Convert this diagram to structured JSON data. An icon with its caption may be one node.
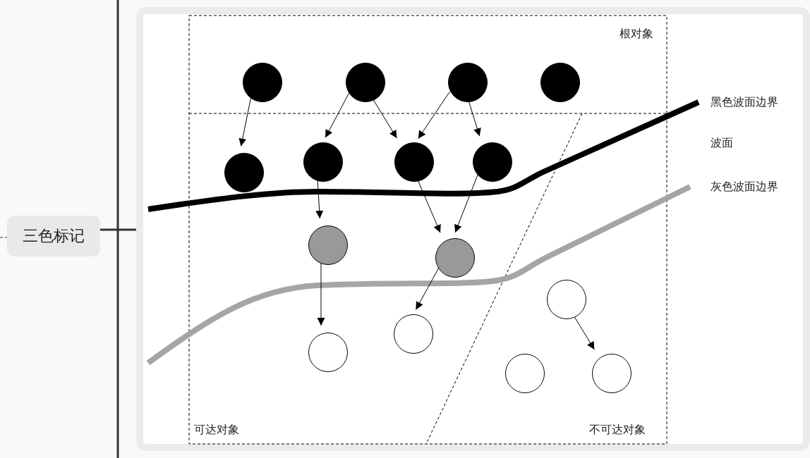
{
  "diagram": {
    "nodes": [
      {
        "text": [
          "三色标记"
        ]
      },
      {
        "text": [],
        "shape": "box"
      },
      {
        "text": [],
        "shape": "circle",
        "in": 1
      },
      {
        "text": [],
        "shape": "circle",
        "in": 1
      },
      {
        "text": [],
        "shape": "circle",
        "in": 1
      },
      {
        "text": [],
        "shape": "circle",
        "in": 1
      },
      {
        "text": [],
        "shape": "circle",
        "in": 1
      },
      {
        "text": [],
        "shape": "circle",
        "in": 1
      },
      {
        "text": [],
        "shape": "circle",
        "in": 1
      },
      {
        "text": [],
        "shape": "circle",
        "in": 1
      },
      {
        "text": [],
        "shape": "circle",
        "in": 1
      },
      {
        "text": [],
        "shape": "circle",
        "in": 1
      },
      {
        "text": [],
        "shape": "circle",
        "in": 1
      },
      {
        "text": [],
        "shape": "circle",
        "in": 1
      },
      {
        "text": [],
        "shape": "circle",
        "in": 1
      },
      {
        "text": [],
        "shape": "circle",
        "in": 1
      },
      {
        "text": [],
        "shape": "circle",
        "in": 1
      }
    ],
    "edges": [
      {
        "from": null,
        "to": 0,
        "arrow": "none",
        "style": "dashed"
      },
      {
        "from": 0,
        "to": 1,
        "arrow": "none",
        "style": "thick"
      },
      {
        "from": 2,
        "to": 6,
        "arrow": "to"
      },
      {
        "from": 3,
        "to": 7,
        "arrow": "to"
      },
      {
        "from": 3,
        "to": 8,
        "arrow": "to"
      },
      {
        "from": 4,
        "to": 8,
        "arrow": "to"
      },
      {
        "from": 4,
        "to": 9,
        "arrow": "to"
      },
      {
        "from": 7,
        "to": 10,
        "arrow": "to"
      },
      {
        "from": 8,
        "to": 11,
        "arrow": "to"
      },
      {
        "from": 9,
        "to": 11,
        "arrow": "to"
      },
      {
        "from": 10,
        "to": 14,
        "arrow": "to"
      },
      {
        "from": 11,
        "to": 13,
        "arrow": "to"
      },
      {
        "from": 12,
        "to": 16,
        "arrow": "to"
      }
    ],
    "labels": [
      "根对象",
      "黑色波面边界",
      "波面",
      "灰色波面边界",
      "可达对象",
      "不可达对象"
    ]
  }
}
